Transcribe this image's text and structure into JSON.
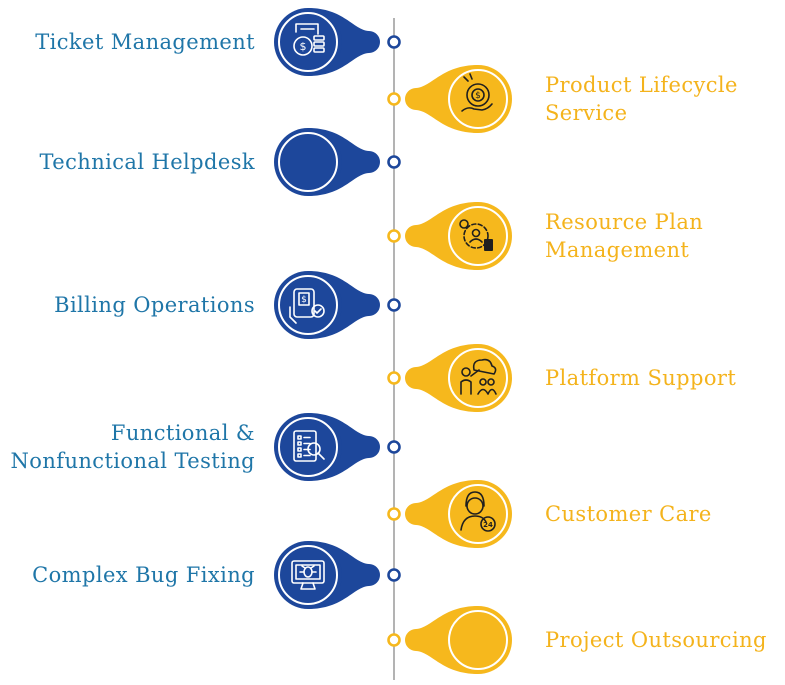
{
  "colors": {
    "blue": "#1d479b",
    "blue_text": "#1f76a8",
    "yellow": "#f6b81d",
    "yellow_text": "#f4b31c",
    "axis": "#9a9a9a"
  },
  "items": [
    {
      "side": "left",
      "lines": [
        "Ticket Management"
      ],
      "icon": "ticket-dollar-icon"
    },
    {
      "side": "right",
      "lines": [
        "Product Lifecycle",
        "Service"
      ],
      "icon": "hand-dollar-cycle-icon"
    },
    {
      "side": "left",
      "lines": [
        "Technical Helpdesk"
      ],
      "icon": ""
    },
    {
      "side": "right",
      "lines": [
        "Resource Plan",
        "Management"
      ],
      "icon": "gear-people-document-icon"
    },
    {
      "side": "left",
      "lines": [
        "Billing Operations"
      ],
      "icon": "billing-device-icon"
    },
    {
      "side": "right",
      "lines": [
        "Platform Support"
      ],
      "icon": "cloud-presentation-icon"
    },
    {
      "side": "left",
      "lines": [
        "Functional &",
        "Nonfunctional Testing"
      ],
      "icon": "checklist-search-icon"
    },
    {
      "side": "right",
      "lines": [
        "Customer Care"
      ],
      "icon": "agent-24-icon"
    },
    {
      "side": "left",
      "lines": [
        "Complex Bug Fixing"
      ],
      "icon": "monitor-bug-icon"
    },
    {
      "side": "right",
      "lines": [
        "Project Outsourcing"
      ],
      "icon": ""
    }
  ]
}
